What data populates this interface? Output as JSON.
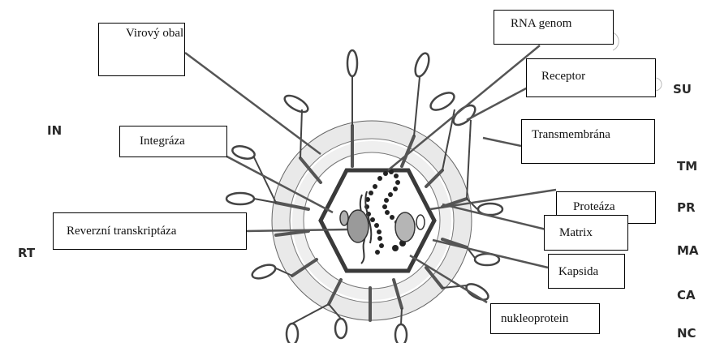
{
  "diagram": {
    "labels": {
      "virovy_obal": "Virový obal",
      "rna_genom": "RNA genom",
      "receptor": "Receptor",
      "integraza": "Integráza",
      "transmembrana": "Transmembrána",
      "proteaza": "Proteáza",
      "reverzni_transkriptaza": "Reverzní transkriptáza",
      "matrix": "Matrix",
      "kapsida": "Kapsida",
      "nukleoprotein": "nukleoprotein"
    },
    "abbreviations": {
      "in": "IN",
      "rt": "RT",
      "su": "SU",
      "tm": "TM",
      "pr": "PR",
      "ma": "MA",
      "ca": "CA",
      "nc": "NC"
    }
  }
}
